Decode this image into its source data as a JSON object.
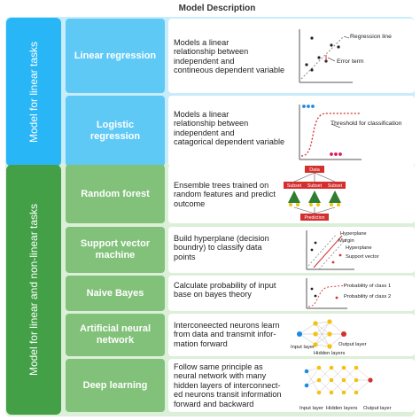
{
  "title": "Model Description",
  "groups": {
    "linear": {
      "label": "Model for linear tasks"
    },
    "nonlinear": {
      "label": "Model for linear and non-linear tasks"
    }
  },
  "rows": [
    {
      "name": "Linear regression",
      "desc": [
        "Models a linear",
        "relationship between",
        "independent and",
        "contineous dependent variable"
      ],
      "icon_labels": [
        "Regression line",
        "Error term"
      ]
    },
    {
      "name": "Logistic regression",
      "desc": [
        "Models a linear",
        "relationship between",
        "independent and",
        "catagorical dependent variable"
      ],
      "icon_labels": [
        "Threshold for classification"
      ]
    },
    {
      "name": "Random forest",
      "desc": [
        "Ensemble trees trained on",
        "random features and predict",
        "outcome"
      ],
      "icon_labels": [
        "Data",
        "Subset",
        "Subset",
        "Subset",
        "Prediction"
      ]
    },
    {
      "name": "Support vector machine",
      "desc": [
        "Build hyperplane (decision",
        "boundry) to classify data",
        "points"
      ],
      "icon_labels": [
        "Hyperplane",
        "Margin",
        "Hyperplane",
        "Support vector"
      ]
    },
    {
      "name": "Naive Bayes",
      "desc": [
        "Calculate probability of input",
        "base on bayes theory"
      ],
      "icon_labels": [
        "Probability of class 1",
        "Probability of class 2"
      ]
    },
    {
      "name": "Artificial neural network",
      "desc": [
        "Interconeected neurons learn",
        "from data and transmit infor-",
        "mation forward"
      ],
      "icon_labels": [
        "Input layer",
        "Output layer",
        "Hidden layers"
      ]
    },
    {
      "name": "Deep learning",
      "desc": [
        "Follow same principle as",
        "neural network with many",
        "hidden layers of interconnect-",
        "ed neurons transit information",
        "forward and backward"
      ],
      "icon_labels": [
        "Input layer",
        "Hidden layers",
        "Output layer"
      ]
    }
  ],
  "colors": {
    "linear_dark": "#29b6f6",
    "linear_light": "#5fc9f6",
    "linear_bg": "#c9ecfb",
    "nonlinear_dark": "#43a047",
    "nonlinear_light": "#82c17a",
    "nonlinear_bg": "#dcefd8",
    "accent_red": "#d32f2f",
    "neuron_yellow": "#f4c20d",
    "neuron_blue": "#1e88e5"
  }
}
